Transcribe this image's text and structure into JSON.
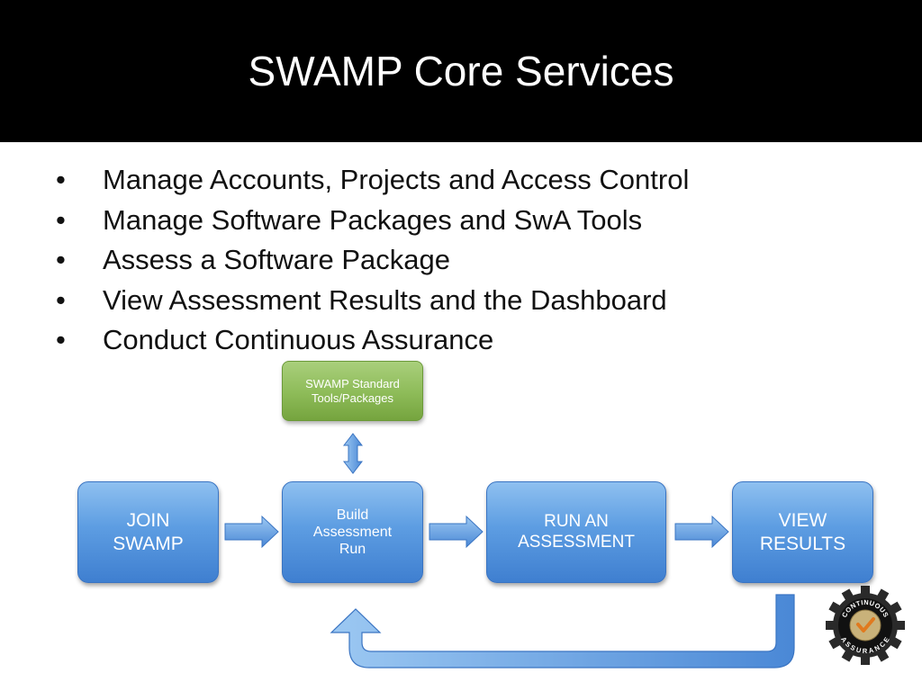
{
  "title": "SWAMP Core Services",
  "bullets": [
    "Manage Accounts, Projects and Access Control",
    "Manage Software Packages and SwA Tools",
    "Assess a Software Package",
    "View Assessment Results and the Dashboard",
    "Conduct Continuous Assurance"
  ],
  "bullet_symbol": "•",
  "nodes": {
    "tools": {
      "line1": "SWAMP Standard",
      "line2": "Tools/Packages"
    },
    "join": {
      "line1": "JOIN",
      "line2": "SWAMP"
    },
    "build": {
      "line1": "Build",
      "line2": "Assessment",
      "line3": "Run"
    },
    "run": {
      "line1": "RUN AN",
      "line2": "ASSESSMENT"
    },
    "view": {
      "line1": "VIEW",
      "line2": "RESULTS"
    }
  },
  "logo": {
    "top_text": "CONTINUOUS",
    "bottom_text": "ASSURANCE"
  },
  "colors": {
    "node_blue": "#5d9de2",
    "node_green": "#8dbb58",
    "arrow_blue": "#5b9be0",
    "title_bg": "#000000"
  }
}
